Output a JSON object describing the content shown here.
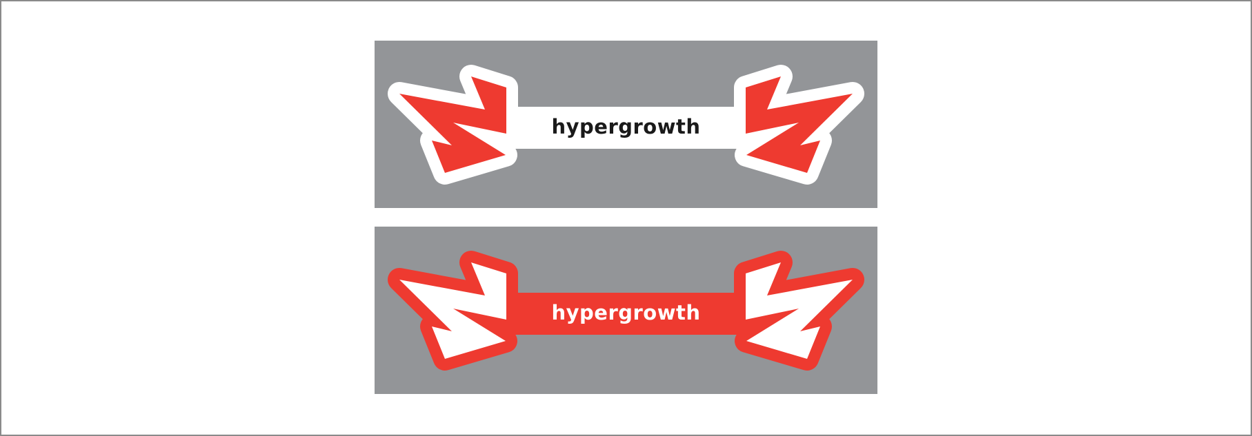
{
  "colors": {
    "background": "#ffffff",
    "frame": "#8a8a8a",
    "panel": "#939598",
    "red": "#ee3a30",
    "white": "#ffffff",
    "dark_text": "#1a1a1a"
  },
  "panels": [
    {
      "variant": "red-emblem-white-outline",
      "wordmark": "hypergrowth",
      "fill": "#ee3a30",
      "outline": "#ffffff",
      "text_color": "#1a1a1a"
    },
    {
      "variant": "white-emblem-red-outline",
      "wordmark": "hypergrowth",
      "fill": "#ffffff",
      "outline": "#ee3a30",
      "text_color": "#ffffff"
    }
  ]
}
